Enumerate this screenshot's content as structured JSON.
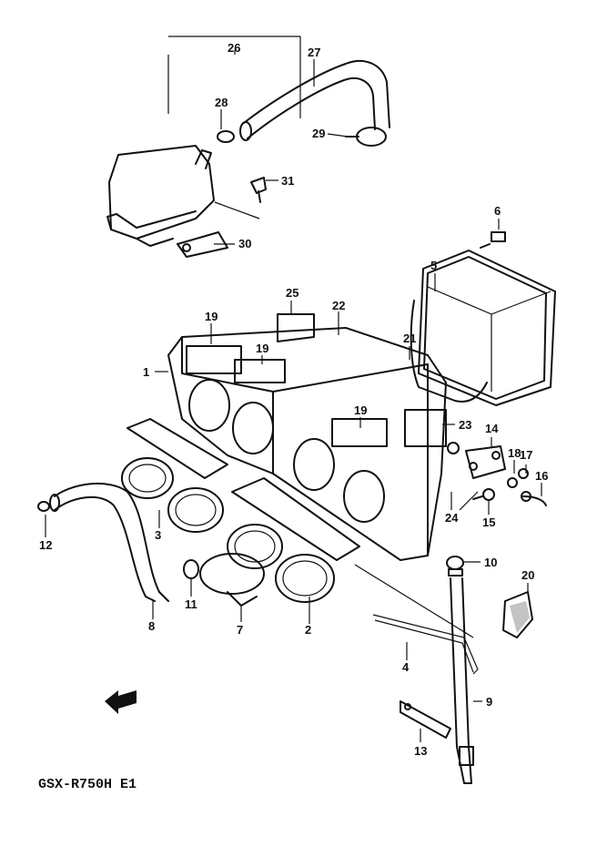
{
  "model_code": "GSX-R750H E1",
  "callouts": [
    "1",
    "2",
    "3",
    "4",
    "5",
    "6",
    "7",
    "8",
    "9",
    "10",
    "11",
    "12",
    "13",
    "14",
    "15",
    "16",
    "17",
    "18",
    "19",
    "19",
    "19",
    "20",
    "21",
    "22",
    "23",
    "24",
    "25",
    "26",
    "27",
    "28",
    "29",
    "30",
    "31"
  ]
}
